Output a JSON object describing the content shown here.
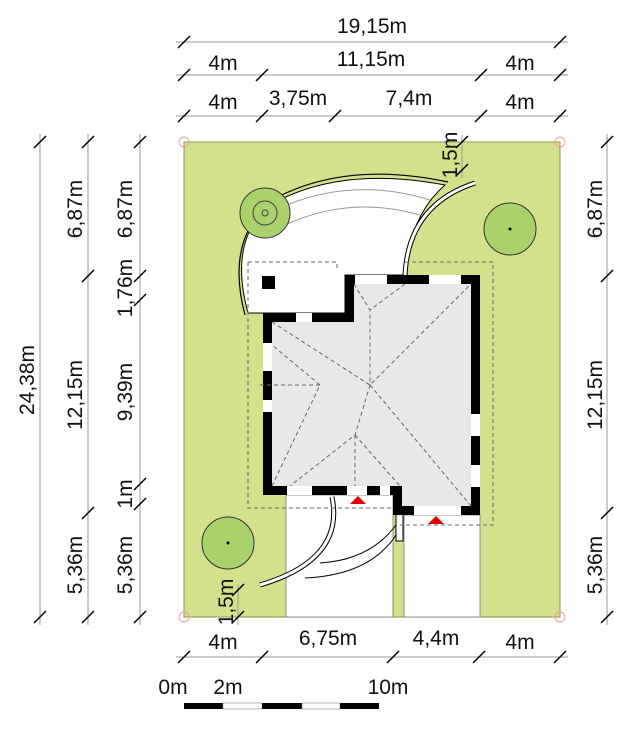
{
  "colors": {
    "plot": "#d4e18c",
    "tree": "#a9d16c",
    "roof": "#e8e8e8",
    "wall": "#000000",
    "entrance": "#e60000"
  },
  "dimensions": {
    "top_total": "19,15m",
    "top_row2": [
      "4m",
      "11,15m",
      "4m"
    ],
    "top_row3": [
      "4m",
      "3,75m",
      "7,4m",
      "4m"
    ],
    "left_total": "24,38m",
    "left_row2": [
      "6,87m",
      "12,15m",
      "5,36m"
    ],
    "left_row3": [
      "6,87m",
      "1,76m",
      "9,39m",
      "1m",
      "5,36m"
    ],
    "right": [
      "6,87m",
      "12,15m",
      "5,36m"
    ],
    "bottom": [
      "4m",
      "6,75m",
      "4,4m",
      "4m"
    ],
    "setback_top": "1,5m",
    "setback_bottom": "1,5m"
  },
  "scale": {
    "labels": [
      "0m",
      "2m",
      "10m"
    ]
  }
}
